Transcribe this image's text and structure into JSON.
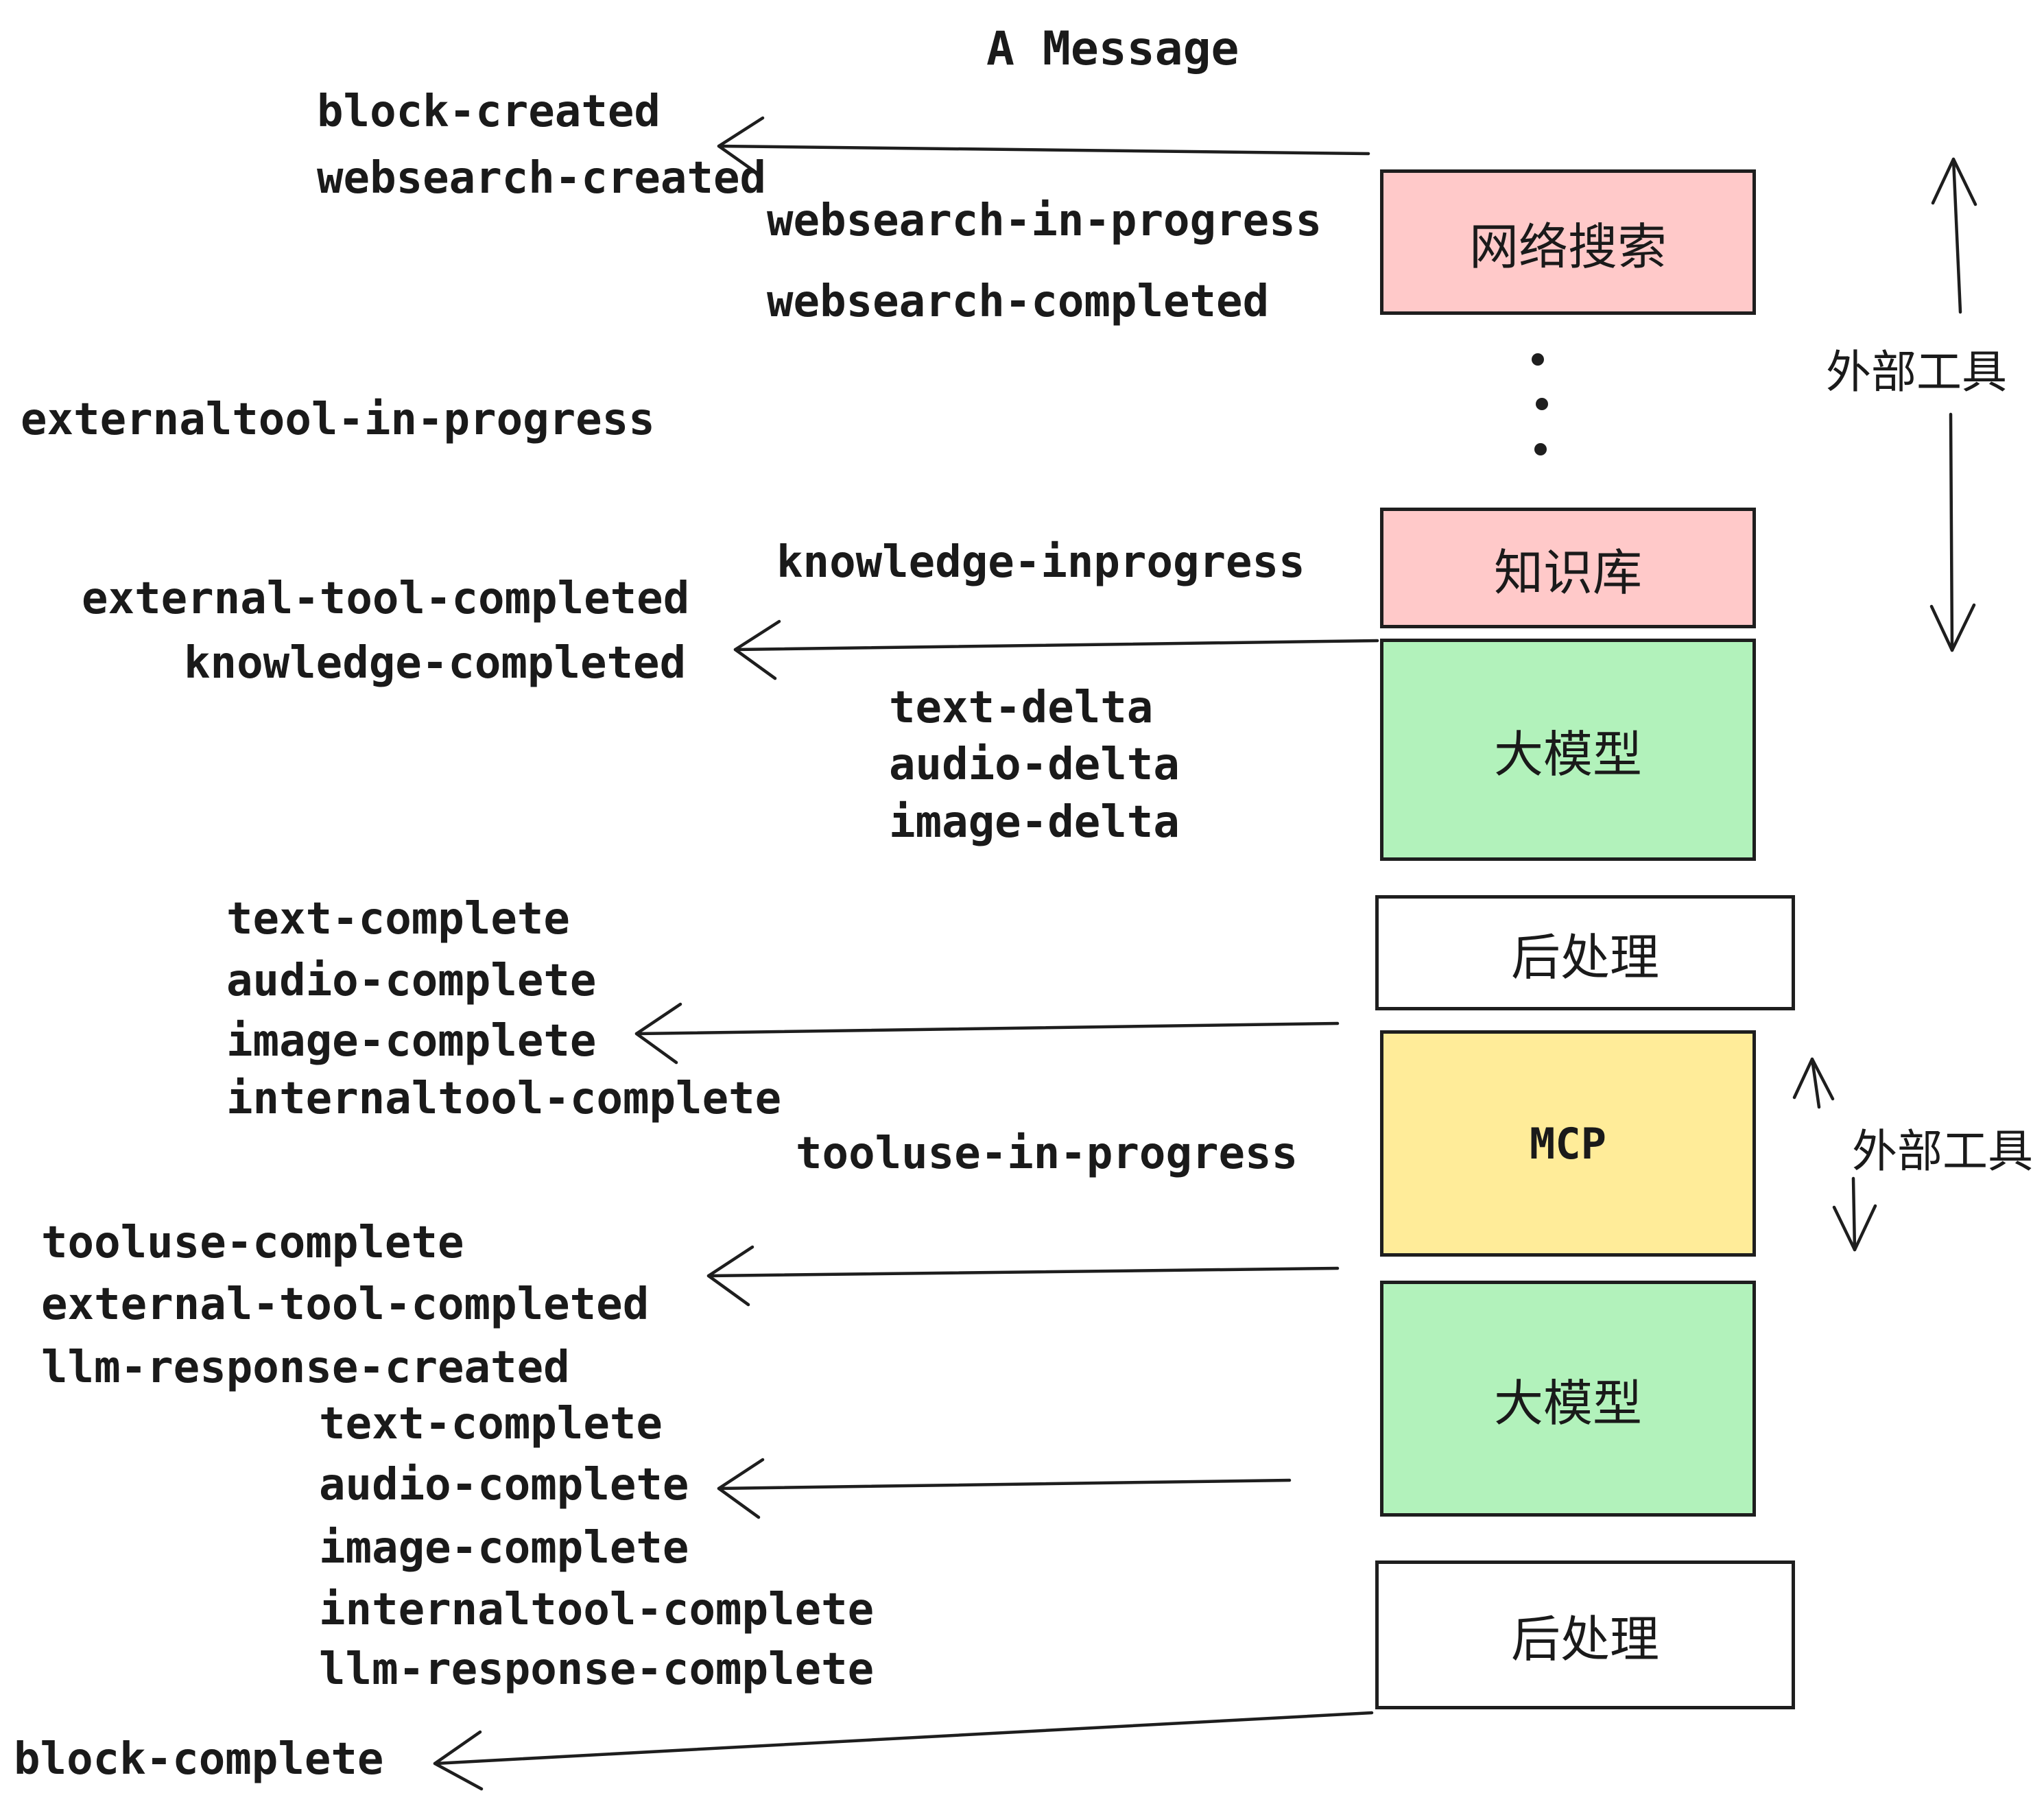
{
  "title": "A Message",
  "colors": {
    "background": "#ffffff",
    "stroke": "#1e1e1e",
    "text": "#1a1a1a",
    "pink": "#ffc9c9",
    "green": "#b2f2bb",
    "yellow": "#ffec99",
    "white": "#ffffff"
  },
  "boxes": [
    {
      "id": "websearch",
      "label": "网络搜索",
      "fill": "#ffc9c9"
    },
    {
      "id": "knowledge",
      "label": "知识库",
      "fill": "#ffc9c9"
    },
    {
      "id": "llm_1",
      "label": "大模型",
      "fill": "#b2f2bb"
    },
    {
      "id": "postprocess_1",
      "label": "后处理",
      "fill": "#ffffff"
    },
    {
      "id": "mcp",
      "label": "MCP",
      "fill": "#ffec99"
    },
    {
      "id": "llm_2",
      "label": "大模型",
      "fill": "#b2f2bb"
    },
    {
      "id": "postprocess_2",
      "label": "后处理",
      "fill": "#ffffff"
    }
  ],
  "events": {
    "block_created": "block-created",
    "websearch_created": "websearch-created",
    "websearch_in_progress": "websearch-in-progress",
    "websearch_completed": "websearch-completed",
    "externaltool_in_progress": "externaltool-in-progress",
    "knowledge_inprogress": "knowledge-inprogress",
    "external_tool_completed_1": "external-tool-completed",
    "knowledge_completed": "knowledge-completed",
    "text_delta_1": "text-delta",
    "audio_delta_1": "audio-delta",
    "image_delta_1": "image-delta",
    "text_complete_1": "text-complete",
    "audio_complete_1": "audio-complete",
    "image_complete_1": "image-complete",
    "internaltool_complete_1": "internaltool-complete",
    "tooluse_in_progress": "tooluse-in-progress",
    "tooluse_complete": "tooluse-complete",
    "external_tool_completed_2": "external-tool-completed",
    "llm_response_created": "llm-response-created",
    "text_complete_2": "text-complete",
    "audio_complete_2": "audio-complete",
    "image_complete_2": "image-complete",
    "internaltool_complete_2": "internaltool-complete",
    "llm_response_complete": "llm-response-complete",
    "block_complete": "block-complete"
  },
  "annotations": {
    "external_tools_top": "外部工具",
    "external_tools_mcp": "外部工具"
  }
}
